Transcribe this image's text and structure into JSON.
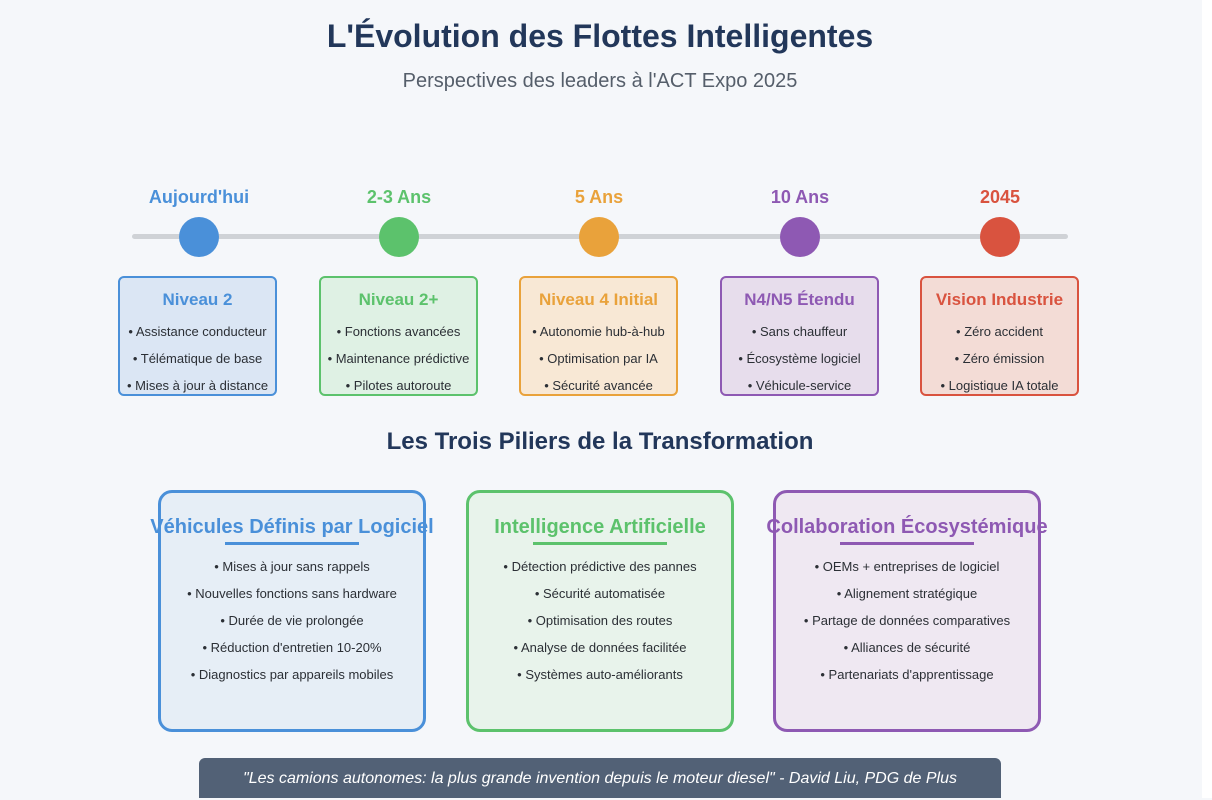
{
  "header": {
    "title": "L'Évolution des Flottes Intelligentes",
    "subtitle": "Perspectives des leaders à l'ACT Expo 2025"
  },
  "timeline": {
    "steps": [
      {
        "label": "Aujourd'hui",
        "color": "#4a90d9",
        "bg": "#dbe6f4",
        "card_title": "Niveau 2",
        "items": [
          "• Assistance conducteur",
          "• Télématique de base",
          "• Mises à jour à distance"
        ]
      },
      {
        "label": "2-3 Ans",
        "color": "#5cc26c",
        "bg": "#dff1e4",
        "card_title": "Niveau 2+",
        "items": [
          "• Fonctions avancées",
          "• Maintenance prédictive",
          "• Pilotes autoroute"
        ]
      },
      {
        "label": "5 Ans",
        "color": "#e9a23b",
        "bg": "#f8e8d5",
        "card_title": "Niveau 4 Initial",
        "items": [
          "• Autonomie hub-à-hub",
          "• Optimisation par IA",
          "• Sécurité avancée"
        ]
      },
      {
        "label": "10 Ans",
        "color": "#8e59b3",
        "bg": "#e7ddec",
        "card_title": "N4/N5 Étendu",
        "items": [
          "• Sans chauffeur",
          "• Écosystème logiciel",
          "• Véhicule-service"
        ]
      },
      {
        "label": "2045",
        "color": "#d9533f",
        "bg": "#f3dcd6",
        "card_title": "Vision Industrie",
        "items": [
          "• Zéro accident",
          "• Zéro émission",
          "• Logistique IA totale"
        ]
      }
    ]
  },
  "pillars": {
    "title": "Les Trois Piliers de la Transformation",
    "items": [
      {
        "title": "Véhicules Définis par Logiciel",
        "color": "#4a90d9",
        "bg": "#e6eef6",
        "items": [
          "• Mises à jour sans rappels",
          "• Nouvelles fonctions sans hardware",
          "• Durée de vie prolongée",
          "• Réduction d'entretien 10-20%",
          "• Diagnostics par appareils mobiles"
        ]
      },
      {
        "title": "Intelligence Artificielle",
        "color": "#5cc26c",
        "bg": "#e8f3eb",
        "items": [
          "• Détection prédictive des pannes",
          "• Sécurité automatisée",
          "• Optimisation des routes",
          "• Analyse de données facilitée",
          "• Systèmes auto-améliorants"
        ]
      },
      {
        "title": "Collaboration Écosystémique",
        "color": "#8e59b3",
        "bg": "#efe8f2",
        "items": [
          "• OEMs + entreprises de logiciel",
          "• Alignement stratégique",
          "• Partage de données comparatives",
          "• Alliances de sécurité",
          "• Partenariats d'apprentissage"
        ]
      }
    ]
  },
  "quote": {
    "text": "\"Les camions autonomes: la plus grande invention depuis le moteur diesel\" - David Liu, PDG de Plus"
  }
}
